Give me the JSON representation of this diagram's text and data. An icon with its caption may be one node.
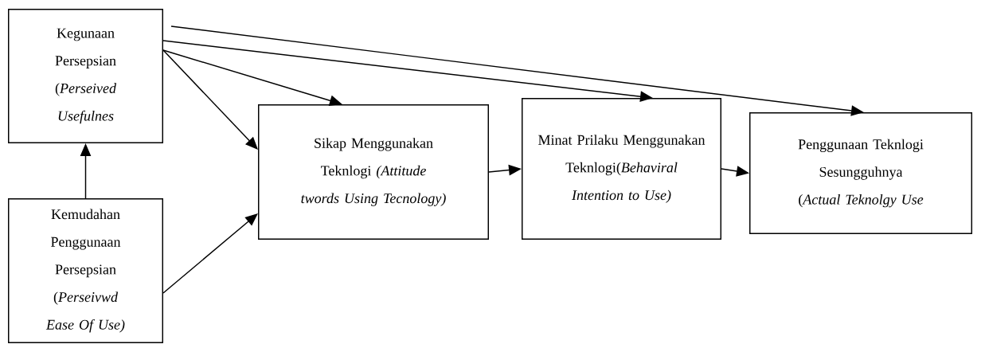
{
  "diagram": {
    "nodes": [
      {
        "text": [
          "Kegunaan Persepsian (*Perseived Usefulnes*"
        ]
      },
      {
        "text": [
          "Kemudahan Penggunaan Persepsian (*Perseivwd Ease Of Use)*"
        ]
      },
      {
        "text": [
          "Sikap Menggunakan Teknlogi *(Attitude twords Using Tecnology)*"
        ]
      },
      {
        "text": [
          "Minat Prilaku Menggunakan Teknlogi(*Behaviral Intention to Use)*"
        ]
      },
      {
        "text": [
          "Penggunaan Teknlogi Sesungguhnya (*Actual Teknolgy Use*"
        ]
      }
    ],
    "edges": [
      {
        "from": 1,
        "to": 0,
        "arrow": "to"
      },
      {
        "from": 0,
        "to": 2,
        "arrow": "to"
      },
      {
        "from": 0,
        "to": 2,
        "arrow": "to"
      },
      {
        "from": 0,
        "to": 3,
        "arrow": "to"
      },
      {
        "from": 0,
        "to": 4,
        "arrow": "to"
      },
      {
        "from": 1,
        "to": 2,
        "arrow": "to"
      },
      {
        "from": 2,
        "to": 3,
        "arrow": "to"
      },
      {
        "from": 3,
        "to": 4,
        "arrow": "to"
      }
    ]
  }
}
